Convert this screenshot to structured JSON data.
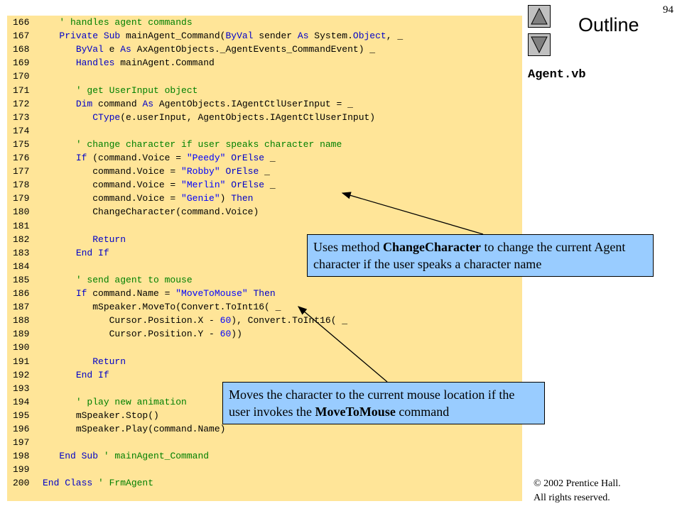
{
  "header": {
    "outline_title": "Outline",
    "page_number": "94",
    "file_name": "Agent.vb"
  },
  "code": [
    {
      "n": "166",
      "indent": 1,
      "parts": [
        [
          "cm",
          "' handles agent commands"
        ]
      ]
    },
    {
      "n": "167",
      "indent": 1,
      "parts": [
        [
          "kw",
          "Private Sub "
        ],
        [
          "",
          "mainAgent_Command("
        ],
        [
          "kw",
          "ByVal "
        ],
        [
          "",
          "sender "
        ],
        [
          "kw",
          "As "
        ],
        [
          "",
          "System."
        ],
        [
          "kw",
          "Object"
        ],
        [
          "",
          ", _"
        ]
      ]
    },
    {
      "n": "168",
      "indent": 2,
      "parts": [
        [
          "kw",
          "ByVal "
        ],
        [
          "",
          "e "
        ],
        [
          "kw",
          "As "
        ],
        [
          "",
          "AxAgentObjects._AgentEvents_CommandEvent) _"
        ]
      ]
    },
    {
      "n": "169",
      "indent": 2,
      "parts": [
        [
          "kw",
          "Handles "
        ],
        [
          "",
          "mainAgent.Command"
        ]
      ]
    },
    {
      "n": "170",
      "indent": 0,
      "parts": []
    },
    {
      "n": "171",
      "indent": 2,
      "parts": [
        [
          "cm",
          "' get UserInput object"
        ]
      ]
    },
    {
      "n": "172",
      "indent": 2,
      "parts": [
        [
          "kw",
          "Dim "
        ],
        [
          "",
          "command "
        ],
        [
          "kw",
          "As "
        ],
        [
          "",
          "AgentObjects.IAgentCtlUserInput = _"
        ]
      ]
    },
    {
      "n": "173",
      "indent": 3,
      "parts": [
        [
          "kw",
          "CType"
        ],
        [
          "",
          "(e.userInput, AgentObjects.IAgentCtlUserInput)"
        ]
      ]
    },
    {
      "n": "174",
      "indent": 0,
      "parts": []
    },
    {
      "n": "175",
      "indent": 2,
      "parts": [
        [
          "cm",
          "' change character if user speaks character name"
        ]
      ]
    },
    {
      "n": "176",
      "indent": 2,
      "parts": [
        [
          "kw",
          "If "
        ],
        [
          "",
          "(command.Voice = "
        ],
        [
          "st",
          "\"Peedy\""
        ],
        [
          "kw",
          " OrElse"
        ],
        [
          "",
          " _"
        ]
      ]
    },
    {
      "n": "177",
      "indent": 3,
      "parts": [
        [
          "",
          "command.Voice = "
        ],
        [
          "st",
          "\"Robby\""
        ],
        [
          "kw",
          " OrElse"
        ],
        [
          "",
          " _"
        ]
      ]
    },
    {
      "n": "178",
      "indent": 3,
      "parts": [
        [
          "",
          "command.Voice = "
        ],
        [
          "st",
          "\"Merlin\""
        ],
        [
          "kw",
          " OrElse"
        ],
        [
          "",
          " _"
        ]
      ]
    },
    {
      "n": "179",
      "indent": 3,
      "parts": [
        [
          "",
          "command.Voice = "
        ],
        [
          "st",
          "\"Genie\""
        ],
        [
          "",
          ") "
        ],
        [
          "kw",
          "Then"
        ]
      ]
    },
    {
      "n": "180",
      "indent": 3,
      "parts": [
        [
          "",
          "ChangeCharacter(command.Voice)"
        ]
      ]
    },
    {
      "n": "181",
      "indent": 0,
      "parts": []
    },
    {
      "n": "182",
      "indent": 3,
      "parts": [
        [
          "kw",
          "Return"
        ]
      ]
    },
    {
      "n": "183",
      "indent": 2,
      "parts": [
        [
          "kw",
          "End If"
        ]
      ]
    },
    {
      "n": "184",
      "indent": 0,
      "parts": []
    },
    {
      "n": "185",
      "indent": 2,
      "parts": [
        [
          "cm",
          "' send agent to mouse"
        ]
      ]
    },
    {
      "n": "186",
      "indent": 2,
      "parts": [
        [
          "kw",
          "If "
        ],
        [
          "",
          "command.Name = "
        ],
        [
          "st",
          "\"MoveToMouse\""
        ],
        [
          "kw",
          " Then"
        ]
      ]
    },
    {
      "n": "187",
      "indent": 3,
      "parts": [
        [
          "",
          "mSpeaker.MoveTo(Convert.ToInt16( _"
        ]
      ]
    },
    {
      "n": "188",
      "indent": 4,
      "parts": [
        [
          "",
          "Cursor.Position.X - "
        ],
        [
          "nm",
          "60"
        ],
        [
          "",
          "), Convert.ToInt16( _"
        ]
      ]
    },
    {
      "n": "189",
      "indent": 4,
      "parts": [
        [
          "",
          "Cursor.Position.Y - "
        ],
        [
          "nm",
          "60"
        ],
        [
          "",
          "))"
        ]
      ]
    },
    {
      "n": "190",
      "indent": 0,
      "parts": []
    },
    {
      "n": "191",
      "indent": 3,
      "parts": [
        [
          "kw",
          "Return"
        ]
      ]
    },
    {
      "n": "192",
      "indent": 2,
      "parts": [
        [
          "kw",
          "End If"
        ]
      ]
    },
    {
      "n": "193",
      "indent": 0,
      "parts": []
    },
    {
      "n": "194",
      "indent": 2,
      "parts": [
        [
          "cm",
          "' play new animation"
        ]
      ]
    },
    {
      "n": "195",
      "indent": 2,
      "parts": [
        [
          "",
          "mSpeaker.Stop()"
        ]
      ]
    },
    {
      "n": "196",
      "indent": 2,
      "parts": [
        [
          "",
          "mSpeaker.Play(command.Name)"
        ]
      ]
    },
    {
      "n": "197",
      "indent": 0,
      "parts": []
    },
    {
      "n": "198",
      "indent": 1,
      "parts": [
        [
          "kw",
          "End Sub "
        ],
        [
          "cm",
          "' mainAgent_Command"
        ]
      ]
    },
    {
      "n": "199",
      "indent": 0,
      "parts": []
    },
    {
      "n": "200",
      "indent": 0,
      "parts": [
        [
          "kw",
          "End Class "
        ],
        [
          "cm",
          "' FrmAgent"
        ]
      ]
    }
  ],
  "callouts": {
    "first": {
      "pre": "Uses method ",
      "bold": "ChangeCharacter",
      "post": " to change the current Agent character if the user speaks a character name"
    },
    "second": {
      "pre": "Moves the character to the current mouse location if the user invokes the ",
      "bold": "MoveToMouse",
      "post": " command"
    }
  },
  "footer": {
    "copyright_line1": "© 2002 Prentice Hall.",
    "copyright_line2": "All rights reserved."
  },
  "colors": {
    "code_background": "#ffe598",
    "callout_background": "#99ccff",
    "keyword": "#0000c8",
    "comment": "#008000",
    "string": "#0000ff"
  }
}
